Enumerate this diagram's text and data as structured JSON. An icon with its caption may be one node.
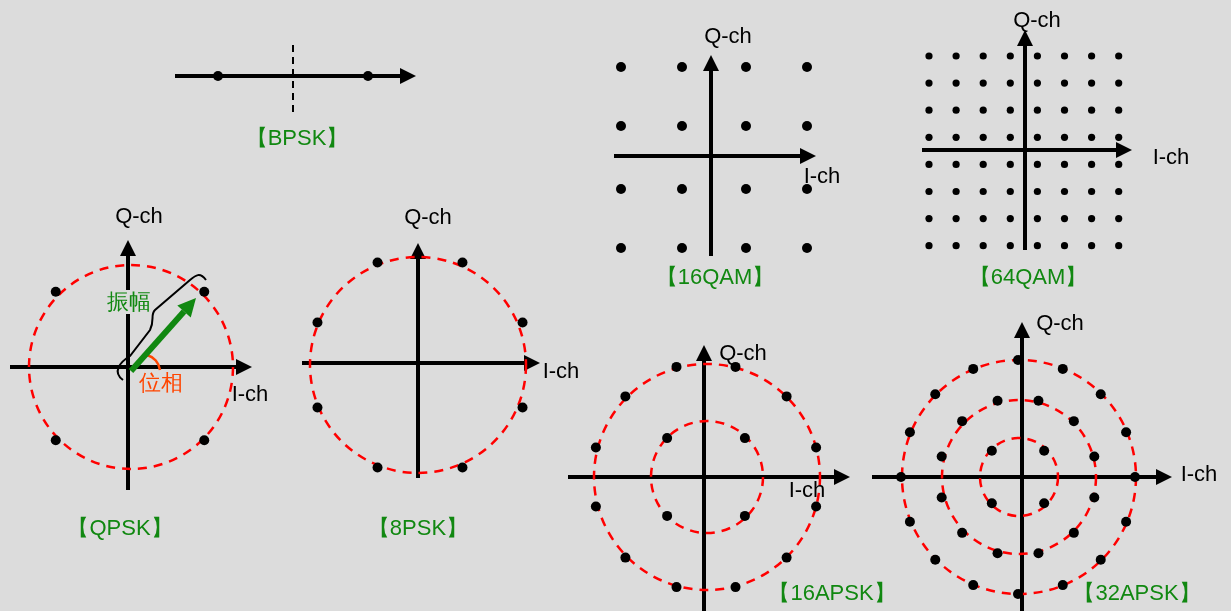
{
  "diagram": {
    "labels": [
      "Q-ch",
      "Q-ch",
      "【BPSK】",
      "I-ch",
      "I-ch",
      "Q-ch",
      "Q-ch",
      "【16QAM】",
      "【64QAM】",
      "振幅",
      "I-ch",
      "位相",
      "Q-ch",
      "Q-ch",
      "I-ch",
      "I-ch",
      "I-ch",
      "【QPSK】",
      "【8PSK】",
      "【16APSK】",
      "【32APSK】"
    ]
  }
}
